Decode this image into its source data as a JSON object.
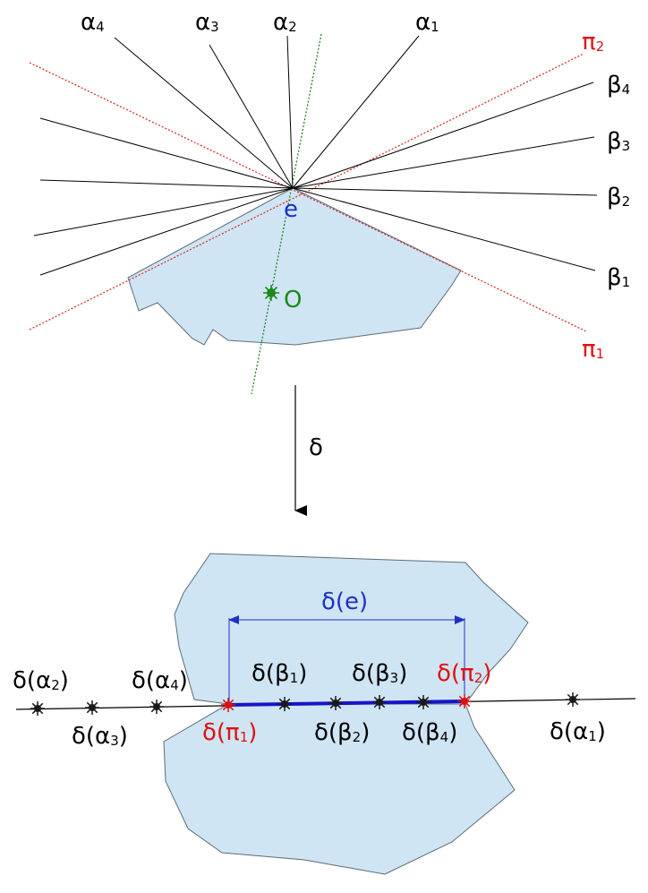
{
  "colors": {
    "region_fill": "#cfe5f3",
    "region_stroke": "#5a6d7a",
    "line": "#000000",
    "pi_line": "#d62020",
    "axis_line": "#127a12",
    "edge_label": "#1f2fc8",
    "edge_segment": "#1515c8",
    "point_o": "#1a8a1a",
    "pi_label": "#e01010",
    "dot": "#1a1a1a"
  },
  "labels": {
    "alpha": [
      {
        "base": "α",
        "sub": "1"
      },
      {
        "base": "α",
        "sub": "2"
      },
      {
        "base": "α",
        "sub": "3"
      },
      {
        "base": "α",
        "sub": "4"
      }
    ],
    "beta": [
      {
        "base": "β",
        "sub": "1"
      },
      {
        "base": "β",
        "sub": "2"
      },
      {
        "base": "β",
        "sub": "3"
      },
      {
        "base": "β",
        "sub": "4"
      }
    ],
    "pi": [
      {
        "base": "π",
        "sub": "1"
      },
      {
        "base": "π",
        "sub": "2"
      }
    ],
    "e": "e",
    "o": "O",
    "delta": "δ",
    "delta_e": "δ(e)",
    "points": {
      "alpha1": {
        "pre": "δ(α",
        "sub": "1",
        "post": ")"
      },
      "alpha2": {
        "pre": "δ(α",
        "sub": "2",
        "post": ")"
      },
      "alpha3": {
        "pre": "δ(α",
        "sub": "3",
        "post": ")"
      },
      "alpha4": {
        "pre": "δ(α",
        "sub": "4",
        "post": ")"
      },
      "beta1": {
        "pre": "δ(β",
        "sub": "1",
        "post": ")"
      },
      "beta2": {
        "pre": "δ(β",
        "sub": "2",
        "post": ")"
      },
      "beta3": {
        "pre": "δ(β",
        "sub": "3",
        "post": ")"
      },
      "beta4": {
        "pre": "δ(β",
        "sub": "4",
        "post": ")"
      },
      "pi1": {
        "pre": "δ(π",
        "sub": "1",
        "post": ")"
      },
      "pi2": {
        "pre": "δ(π",
        "sub": "2",
        "post": ")"
      }
    }
  }
}
